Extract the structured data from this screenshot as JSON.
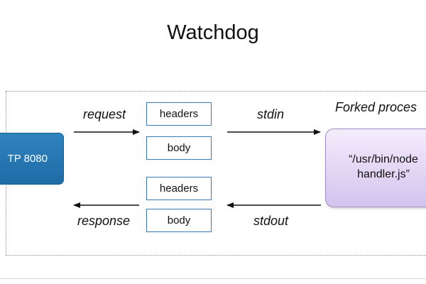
{
  "title": "Watchdog",
  "http_box": {
    "label": "TP 8080"
  },
  "forked_process": {
    "label": "Forked proces",
    "command_line1": "“/usr/bin/node",
    "command_line2": "handler.js”"
  },
  "request_side": {
    "label": "request",
    "headers": "headers",
    "body": "body",
    "pipe_label": "stdin"
  },
  "response_side": {
    "label": "response",
    "headers": "headers",
    "body": "body",
    "pipe_label": "stdout"
  },
  "colors": {
    "http_box": "#2676b3",
    "fork_box": "#d9cbf0",
    "box_border": "#3e78b3"
  }
}
